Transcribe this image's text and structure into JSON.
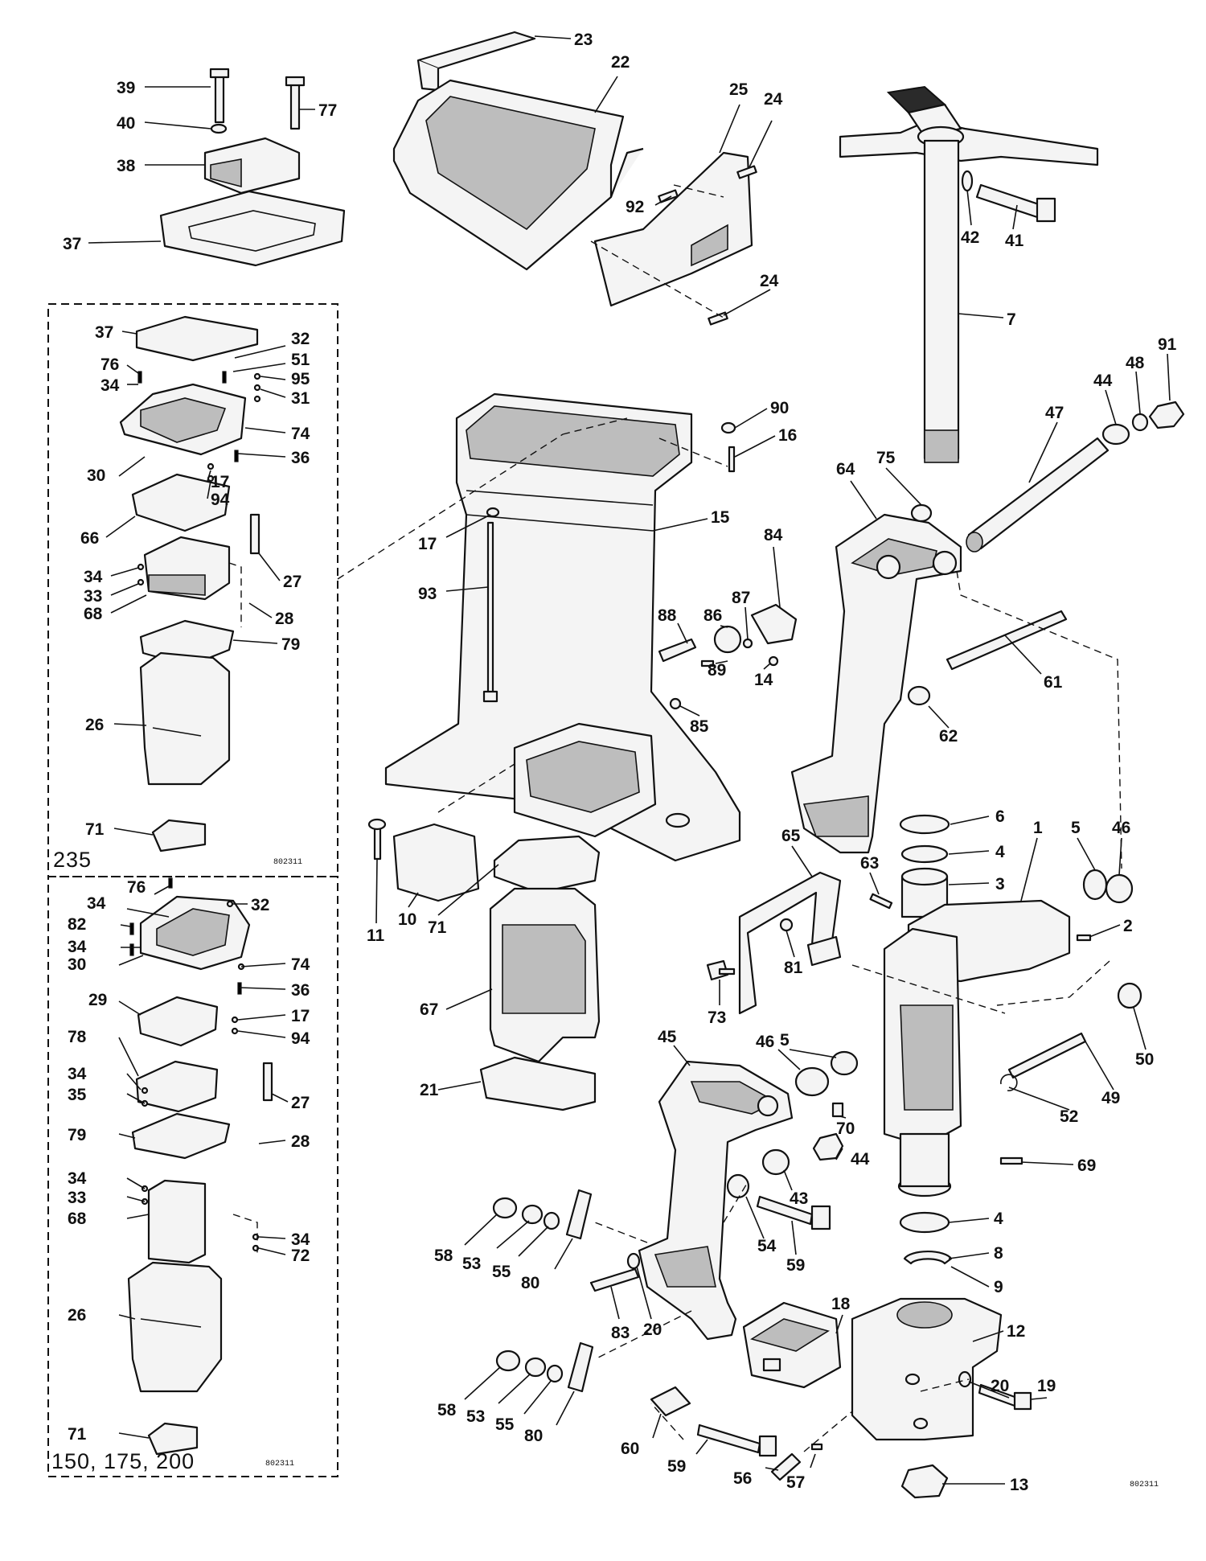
{
  "callouts": [
    {
      "id": "39",
      "text": "39"
    },
    {
      "id": "77",
      "text": "77"
    },
    {
      "id": "40",
      "text": "40"
    },
    {
      "id": "38",
      "text": "38"
    },
    {
      "id": "37a",
      "text": "37"
    },
    {
      "id": "23",
      "text": "23"
    },
    {
      "id": "22",
      "text": "22"
    },
    {
      "id": "25",
      "text": "25"
    },
    {
      "id": "24a",
      "text": "24"
    },
    {
      "id": "92",
      "text": "92"
    },
    {
      "id": "24b",
      "text": "24"
    },
    {
      "id": "42",
      "text": "42"
    },
    {
      "id": "41",
      "text": "41"
    },
    {
      "id": "7",
      "text": "7"
    },
    {
      "id": "91",
      "text": "91"
    },
    {
      "id": "48",
      "text": "48"
    },
    {
      "id": "44a",
      "text": "44"
    },
    {
      "id": "47",
      "text": "47"
    },
    {
      "id": "90",
      "text": "90"
    },
    {
      "id": "16",
      "text": "16"
    },
    {
      "id": "75",
      "text": "75"
    },
    {
      "id": "64",
      "text": "64"
    },
    {
      "id": "15",
      "text": "15"
    },
    {
      "id": "17a",
      "text": "17"
    },
    {
      "id": "84",
      "text": "84"
    },
    {
      "id": "88",
      "text": "88"
    },
    {
      "id": "86",
      "text": "86"
    },
    {
      "id": "87",
      "text": "87"
    },
    {
      "id": "93",
      "text": "93"
    },
    {
      "id": "89",
      "text": "89"
    },
    {
      "id": "14",
      "text": "14"
    },
    {
      "id": "61",
      "text": "61"
    },
    {
      "id": "85",
      "text": "85"
    },
    {
      "id": "62",
      "text": "62"
    },
    {
      "id": "6",
      "text": "6"
    },
    {
      "id": "4a",
      "text": "4"
    },
    {
      "id": "3",
      "text": "3"
    },
    {
      "id": "1",
      "text": "1"
    },
    {
      "id": "5a",
      "text": "5"
    },
    {
      "id": "46a",
      "text": "46"
    },
    {
      "id": "65",
      "text": "65"
    },
    {
      "id": "63",
      "text": "63"
    },
    {
      "id": "2",
      "text": "2"
    },
    {
      "id": "11",
      "text": "11"
    },
    {
      "id": "10",
      "text": "10"
    },
    {
      "id": "71a",
      "text": "71"
    },
    {
      "id": "81",
      "text": "81"
    },
    {
      "id": "73",
      "text": "73"
    },
    {
      "id": "50",
      "text": "50"
    },
    {
      "id": "67",
      "text": "67"
    },
    {
      "id": "45",
      "text": "45"
    },
    {
      "id": "5b",
      "text": "5"
    },
    {
      "id": "46b",
      "text": "46"
    },
    {
      "id": "49",
      "text": "49"
    },
    {
      "id": "52",
      "text": "52"
    },
    {
      "id": "21",
      "text": "21"
    },
    {
      "id": "70",
      "text": "70"
    },
    {
      "id": "44b",
      "text": "44"
    },
    {
      "id": "69",
      "text": "69"
    },
    {
      "id": "43",
      "text": "43"
    },
    {
      "id": "4b",
      "text": "4"
    },
    {
      "id": "58a",
      "text": "58"
    },
    {
      "id": "53a",
      "text": "53"
    },
    {
      "id": "55a",
      "text": "55"
    },
    {
      "id": "80a",
      "text": "80"
    },
    {
      "id": "54",
      "text": "54"
    },
    {
      "id": "59a",
      "text": "59"
    },
    {
      "id": "8",
      "text": "8"
    },
    {
      "id": "9",
      "text": "9"
    },
    {
      "id": "83",
      "text": "83"
    },
    {
      "id": "20a",
      "text": "20"
    },
    {
      "id": "18",
      "text": "18"
    },
    {
      "id": "12",
      "text": "12"
    },
    {
      "id": "20b",
      "text": "20"
    },
    {
      "id": "19",
      "text": "19"
    },
    {
      "id": "58b",
      "text": "58"
    },
    {
      "id": "53b",
      "text": "53"
    },
    {
      "id": "55b",
      "text": "55"
    },
    {
      "id": "80b",
      "text": "80"
    },
    {
      "id": "60",
      "text": "60"
    },
    {
      "id": "59b",
      "text": "59"
    },
    {
      "id": "56",
      "text": "56"
    },
    {
      "id": "57",
      "text": "57"
    },
    {
      "id": "13",
      "text": "13"
    },
    {
      "id": "b1_37",
      "text": "37"
    },
    {
      "id": "b1_32",
      "text": "32"
    },
    {
      "id": "b1_76",
      "text": "76"
    },
    {
      "id": "b1_51",
      "text": "51"
    },
    {
      "id": "b1_34a",
      "text": "34"
    },
    {
      "id": "b1_95",
      "text": "95"
    },
    {
      "id": "b1_31",
      "text": "31"
    },
    {
      "id": "b1_74",
      "text": "74"
    },
    {
      "id": "b1_36",
      "text": "36"
    },
    {
      "id": "b1_30",
      "text": "30"
    },
    {
      "id": "b1_17",
      "text": "17"
    },
    {
      "id": "b1_94",
      "text": "94"
    },
    {
      "id": "b1_66",
      "text": "66"
    },
    {
      "id": "b1_34b",
      "text": "34"
    },
    {
      "id": "b1_27",
      "text": "27"
    },
    {
      "id": "b1_33",
      "text": "33"
    },
    {
      "id": "b1_28",
      "text": "28"
    },
    {
      "id": "b1_68",
      "text": "68"
    },
    {
      "id": "b1_79",
      "text": "79"
    },
    {
      "id": "b1_26",
      "text": "26"
    },
    {
      "id": "b1_71",
      "text": "71"
    },
    {
      "id": "b2_76",
      "text": "76"
    },
    {
      "id": "b2_34a",
      "text": "34"
    },
    {
      "id": "b2_32",
      "text": "32"
    },
    {
      "id": "b2_82",
      "text": "82"
    },
    {
      "id": "b2_34b",
      "text": "34"
    },
    {
      "id": "b2_74",
      "text": "74"
    },
    {
      "id": "b2_30",
      "text": "30"
    },
    {
      "id": "b2_36",
      "text": "36"
    },
    {
      "id": "b2_29",
      "text": "29"
    },
    {
      "id": "b2_17",
      "text": "17"
    },
    {
      "id": "b2_94",
      "text": "94"
    },
    {
      "id": "b2_78",
      "text": "78"
    },
    {
      "id": "b2_34c",
      "text": "34"
    },
    {
      "id": "b2_35",
      "text": "35"
    },
    {
      "id": "b2_27",
      "text": "27"
    },
    {
      "id": "b2_79",
      "text": "79"
    },
    {
      "id": "b2_28",
      "text": "28"
    },
    {
      "id": "b2_34d",
      "text": "34"
    },
    {
      "id": "b2_33",
      "text": "33"
    },
    {
      "id": "b2_34e",
      "text": "34"
    },
    {
      "id": "b2_68",
      "text": "68"
    },
    {
      "id": "b2_72",
      "text": "72"
    },
    {
      "id": "b2_26",
      "text": "26"
    },
    {
      "id": "b2_71",
      "text": "71"
    }
  ],
  "sections": {
    "upper_label": "235",
    "lower_label": "150, 175, 200"
  },
  "drawing_codes": {
    "upper": "802311",
    "lower": "802311",
    "main": "802311"
  }
}
